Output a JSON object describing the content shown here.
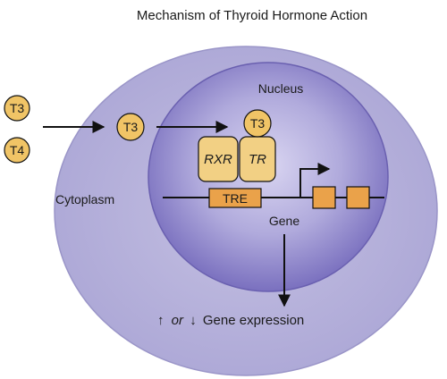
{
  "title": "Mechanism of Thyroid Hormone Action",
  "labels": {
    "nucleus": "Nucleus",
    "cytoplasm": "Cytoplasm",
    "gene": "Gene",
    "tre": "TRE",
    "rxr": "RXR",
    "tr": "TR"
  },
  "hormones": {
    "outside_t3": "T3",
    "outside_t4": "T4",
    "cytoplasm_t3": "T3",
    "bound_t3": "T3"
  },
  "expression": {
    "up_arrow": "↑",
    "or": "or",
    "down_arrow": "↓",
    "text": "Gene expression"
  },
  "colors": {
    "cell": "#b8b4da",
    "cell_edge": "#8f8ac0",
    "nucleus_center": "#d8d4f0",
    "nucleus_edge": "#6e63b6",
    "hormone": "#f0c466",
    "receptor": "#f2d084",
    "gene_box": "#eaa24a",
    "line": "#111111"
  }
}
